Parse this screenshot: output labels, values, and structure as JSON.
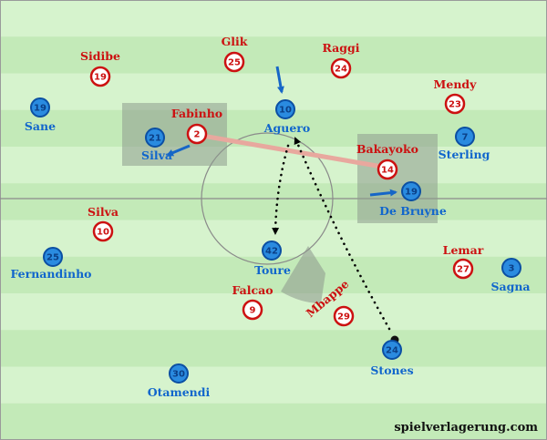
{
  "colors": {
    "stripe_light": "#d6f3cd",
    "stripe_dark": "#c3eab8",
    "line": "#8a8a8a",
    "red_team": "#cc1111",
    "blue_team": "#1166cc",
    "blue_fill": "#2a8be0",
    "box": "#9aa79a",
    "pass_line": "#e8a89e",
    "arrow": "#1666c7"
  },
  "players": {
    "red": [
      {
        "id": "sidibe",
        "name": "Sidibe",
        "number": "19"
      },
      {
        "id": "glik",
        "name": "Glik",
        "number": "25"
      },
      {
        "id": "raggi",
        "name": "Raggi",
        "number": "24"
      },
      {
        "id": "mendy",
        "name": "Mendy",
        "number": "23"
      },
      {
        "id": "fabinho",
        "name": "Fabinho",
        "number": "2"
      },
      {
        "id": "bakayoko",
        "name": "Bakayoko",
        "number": "14"
      },
      {
        "id": "silva-red",
        "name": "Silva",
        "number": "10"
      },
      {
        "id": "lemar",
        "name": "Lemar",
        "number": "27"
      },
      {
        "id": "falcao",
        "name": "Falcao",
        "number": "9"
      },
      {
        "id": "mbappe",
        "name": "Mbappe",
        "number": "29"
      }
    ],
    "blue": [
      {
        "id": "sane",
        "name": "Sane",
        "number": "19"
      },
      {
        "id": "silva-blue",
        "name": "Silva",
        "number": "21"
      },
      {
        "id": "aguero",
        "name": "Aguero",
        "number": "10"
      },
      {
        "id": "sterling",
        "name": "Sterling",
        "number": "7"
      },
      {
        "id": "de-bruyne",
        "name": "De Bruyne",
        "number": "19"
      },
      {
        "id": "fernandinho",
        "name": "Fernandinho",
        "number": "25"
      },
      {
        "id": "toure",
        "name": "Toure",
        "number": "42"
      },
      {
        "id": "sagna",
        "name": "Sagna",
        "number": "3"
      },
      {
        "id": "stones",
        "name": "Stones",
        "number": "24"
      },
      {
        "id": "otamendi",
        "name": "Otamendi",
        "number": "30"
      }
    ]
  },
  "watermark": "spielverlagerung.com"
}
